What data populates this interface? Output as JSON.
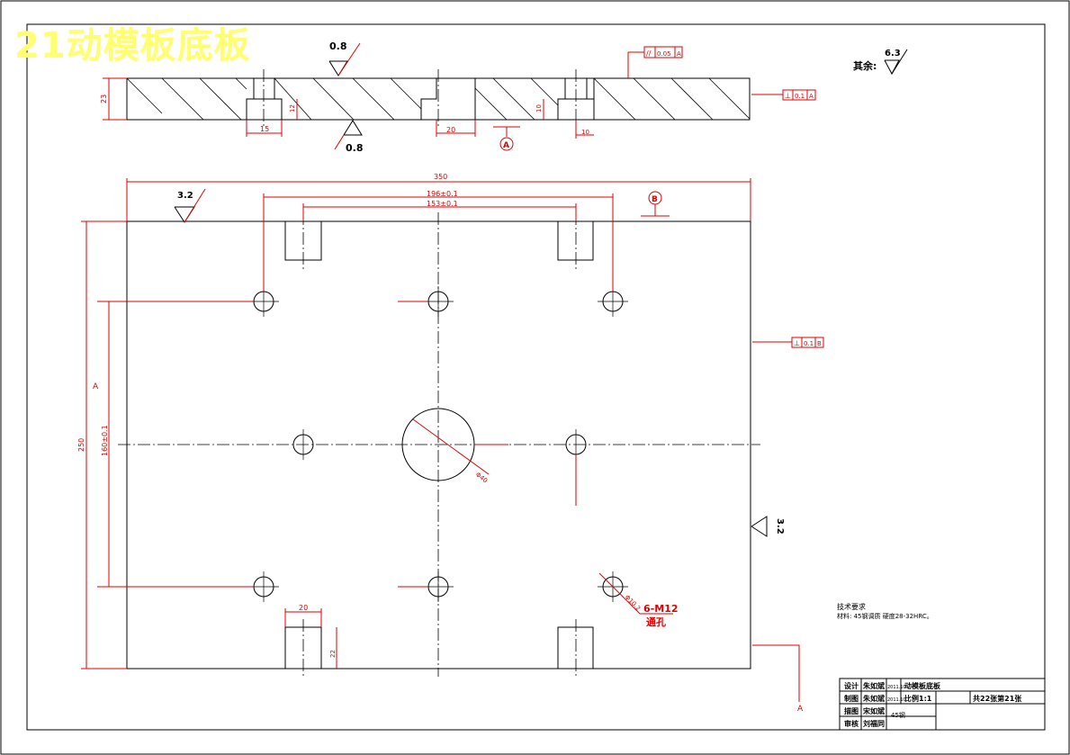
{
  "watermark": "21动模板底板",
  "roughness": {
    "top_left": "0.8",
    "top_mid": "0.8",
    "plan_top": "3.2",
    "plan_right": "3.2",
    "general_label": "其余:",
    "general_value": "6.3"
  },
  "datums": {
    "a": "A",
    "b": "B"
  },
  "tolerances": {
    "parallel": {
      "symbol": "//",
      "value": "0.05",
      "datum": "A"
    },
    "perp_section": {
      "symbol": "⊥",
      "value": "0.1",
      "datum": "A"
    },
    "perp_plan": {
      "symbol": "⊥",
      "value": "0.1",
      "datum": "B"
    }
  },
  "dimensions": {
    "height23": "23",
    "cb_width15": "15",
    "cb_depth12": "12",
    "slot20": "20",
    "slot_depth10": "10",
    "w10": "10",
    "width350": "350",
    "d196": "196±0.1",
    "d153": "153±0.1",
    "height250": "250",
    "h160": "160±0.1",
    "phi40": "Φ40",
    "slot_w20": "20",
    "slot_d22": "22",
    "section_mark": "A",
    "hole_size": "Φ10.2",
    "hole_spec": "6-M12",
    "hole_note": "通孔"
  },
  "tech_requirements": {
    "title": "技术要求",
    "line1": "材料: 45钢调质 硬度28-32HRC。"
  },
  "title_block": {
    "r1_role": "设计",
    "r1_name": "朱如斌",
    "r1_date": "2011.10",
    "r1_part": "动模板底板",
    "r2_role": "制图",
    "r2_name": "朱如斌",
    "r2_date": "2011.10",
    "r2_scale": "比例1:1",
    "r2_sheet": "共22张第21张",
    "r3_role": "描图",
    "r3_name": "宋如斌",
    "r3_mat": "45钢",
    "r4_role": "审核",
    "r4_name": "刘福同"
  }
}
